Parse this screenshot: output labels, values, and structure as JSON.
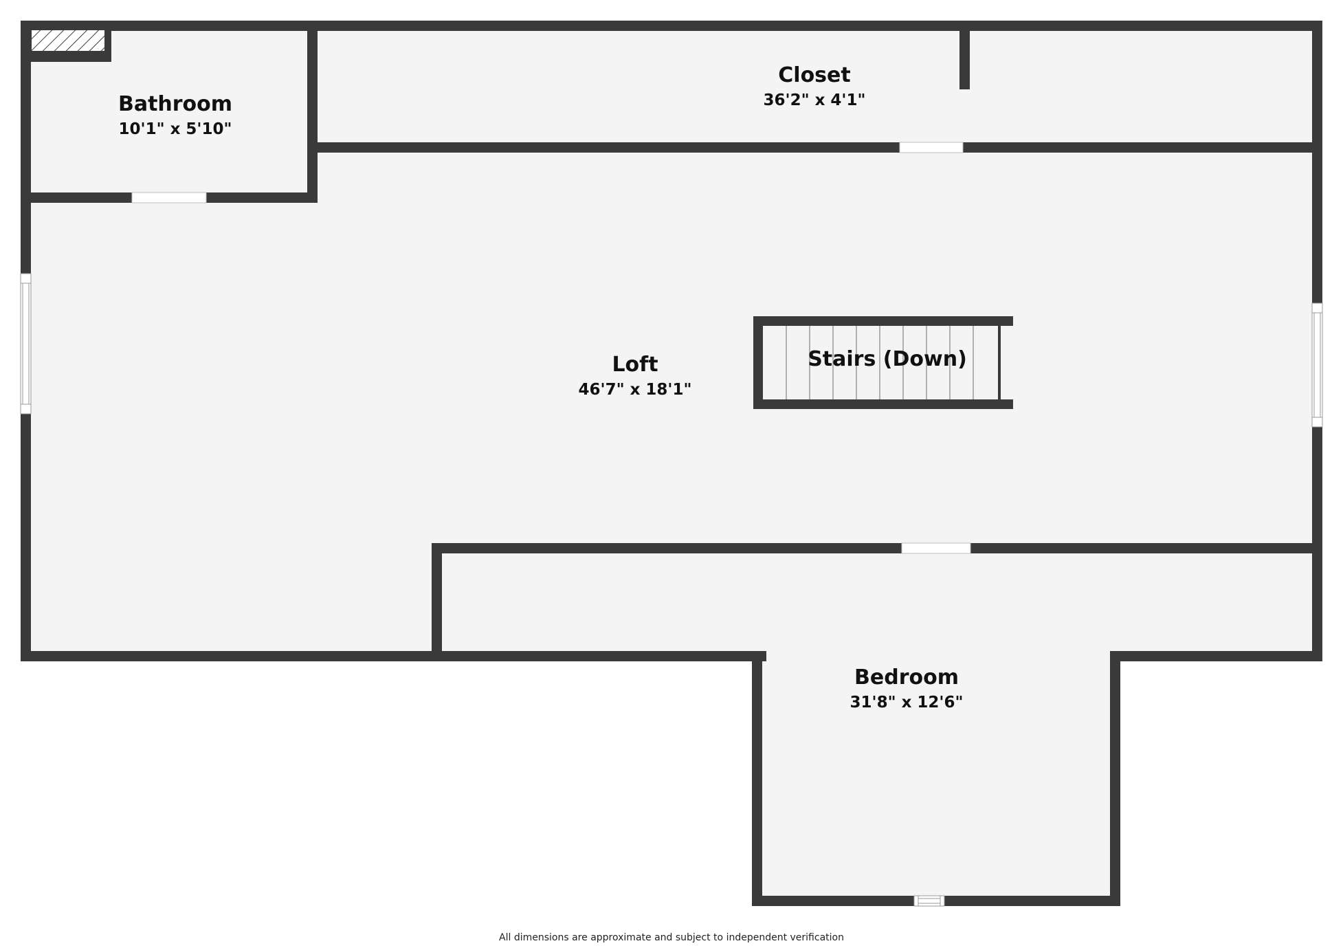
{
  "colors": {
    "wall": "#3a3a3a",
    "floor": "#f4f4f4",
    "background": "#ffffff",
    "text": "#111111"
  },
  "rooms": {
    "bathroom": {
      "name": "Bathroom",
      "dimensions": "10'1\" x 5'10\""
    },
    "closet": {
      "name": "Closet",
      "dimensions": "36'2\" x 4'1\""
    },
    "loft": {
      "name": "Loft",
      "dimensions": "46'7\" x 18'1\""
    },
    "stairs": {
      "name": "Stairs (Down)"
    },
    "bedroom": {
      "name": "Bedroom",
      "dimensions": "31'8\" x 12'6\""
    }
  },
  "disclaimer": "All dimensions are approximate and subject to independent verification"
}
